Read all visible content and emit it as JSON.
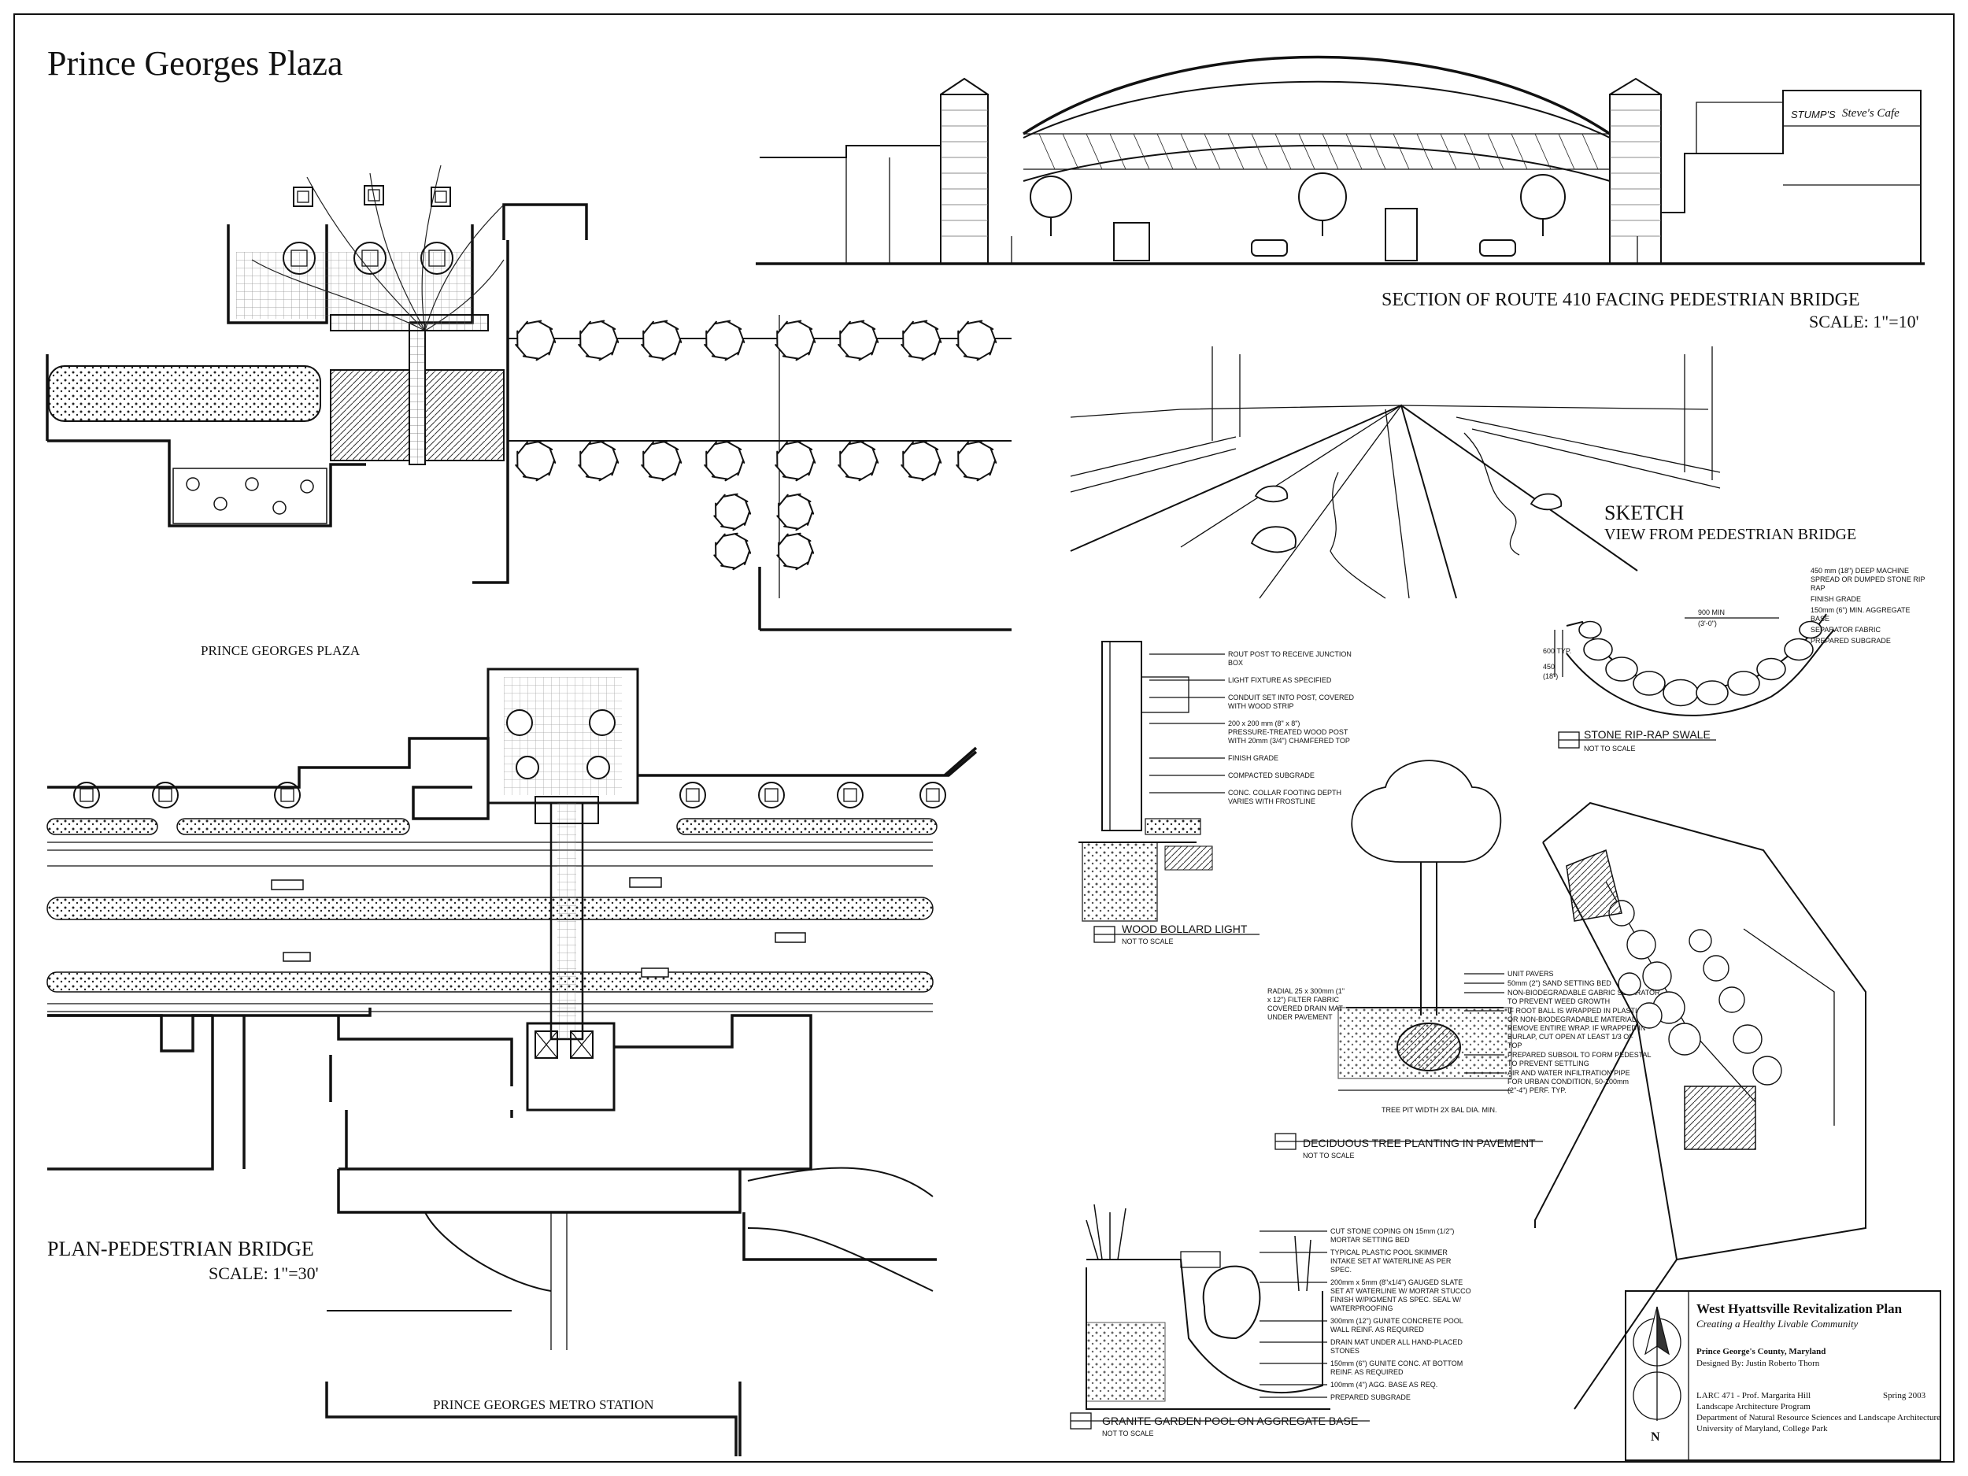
{
  "sheet": {
    "title": "Prince Georges Plaza"
  },
  "plan_plaza": {
    "label": "PRINCE GEORGES PLAZA"
  },
  "plan_bridge": {
    "title": "PLAN-PEDESTRIAN BRIDGE",
    "scale": "SCALE: 1\"=30'",
    "metro_label": "PRINCE GEORGES METRO STATION"
  },
  "section": {
    "title": "SECTION OF ROUTE 410 FACING PEDESTRIAN BRIDGE",
    "scale": "SCALE: 1\"=10'",
    "signs": [
      "STUMP'S",
      "Steve's Cafe"
    ]
  },
  "sketch": {
    "title": "SKETCH",
    "subtitle": "VIEW FROM PEDESTRIAN BRIDGE"
  },
  "details": {
    "not_to_scale": "NOT TO SCALE",
    "stone_swale": {
      "title": "STONE RIP-RAP SWALE",
      "notes": [
        "450 mm (18\") DEEP MACHINE SPREAD OR DUMPED STONE RIP RAP",
        "FINISH GRADE",
        "150mm (6\") MIN. AGGREGATE BASE",
        "SEPARATOR FABRIC",
        "PREPARED SUBGRADE"
      ],
      "dims": [
        "900 MIN",
        "(3'-0\")",
        "450",
        "(18\")",
        "600 TYP."
      ]
    },
    "bollard": {
      "title": "WOOD BOLLARD LIGHT",
      "notes": [
        "ROUT POST TO RECEIVE JUNCTION BOX",
        "LIGHT FIXTURE AS SPECIFIED",
        "CONDUIT SET INTO POST, COVERED WITH WOOD STRIP",
        "200 x 200 mm (8\" x 8\") PRESSURE-TREATED WOOD POST WITH 20mm (3/4\") CHAMFERED TOP",
        "FINISH GRADE",
        "COMPACTED SUBGRADE",
        "CONC. COLLAR FOOTING DEPTH VARIES WITH FROSTLINE"
      ]
    },
    "tree_planting": {
      "title": "DECIDUOUS TREE PLANTING IN PAVEMENT",
      "notes_right": [
        "UNIT PAVERS",
        "50mm (2\") SAND SETTING BED",
        "NON-BIODEGRADABLE GABRIC SEPARATOR TO PREVENT WEED GROWTH",
        "IF ROOT BALL IS WRAPPED IN PLASTIC OR NON-BIODEGRADABLE MATERIAL, REMOVE ENTIRE WRAP. IF WRAPPED IN BURLAP, CUT OPEN AT LEAST 1/3 OF TOP",
        "PREPARED SUBSOIL TO FORM PEDESTAL TO PREVENT SETTLING",
        "AIR AND WATER INFILTRATION PIPE FOR URBAN CONDITION, 50-100mm (2\"-4\") PERF. TYP."
      ],
      "notes_left": [
        "RADIAL 25 x 300mm (1\" x 12\") FILTER FABRIC COVERED DRAIN MAT UNDER PAVEMENT"
      ],
      "dim": "TREE PIT WIDTH 2X BAL DIA. MIN."
    },
    "garden_pool": {
      "title": "GRANITE GARDEN POOL ON AGGREGATE BASE",
      "notes": [
        "CUT STONE COPING ON 15mm (1/2\") MORTAR SETTING BED",
        "TYPICAL PLASTIC POOL SKIMMER INTAKE SET AT WATERLINE AS PER SPEC.",
        "200mm x 5mm (8\"x1/4\") GAUGED SLATE SET AT WATERLINE W/ MORTAR STUCCO FINISH W/PIGMENT AS SPEC. SEAL W/ WATERPROOFING",
        "300mm (12\") GUNITE CONCRETE POOL WALL REINF. AS REQUIRED",
        "DRAIN MAT UNDER ALL HAND-PLACED STONES",
        "150mm (6\") GUNITE CONC. AT BOTTOM REINF. AS REQUIRED",
        "100mm (4\") AGG. BASE AS REQ.",
        "PREPARED SUBGRADE"
      ]
    }
  },
  "title_block": {
    "project": "West Hyattsville Revitalization Plan",
    "subtitle": "Creating a Healthy Livable Community",
    "county": "Prince George's County, Maryland",
    "designer": "Designed By: Justin Roberto Thorn",
    "course": "LARC 471 - Prof. Margarita Hill",
    "term": "Spring 2003",
    "program": "Landscape Architecture Program",
    "department": "Department of Natural Resource Sciences and Landscape Architecture",
    "university": "University of Maryland, College Park",
    "north": "N"
  }
}
